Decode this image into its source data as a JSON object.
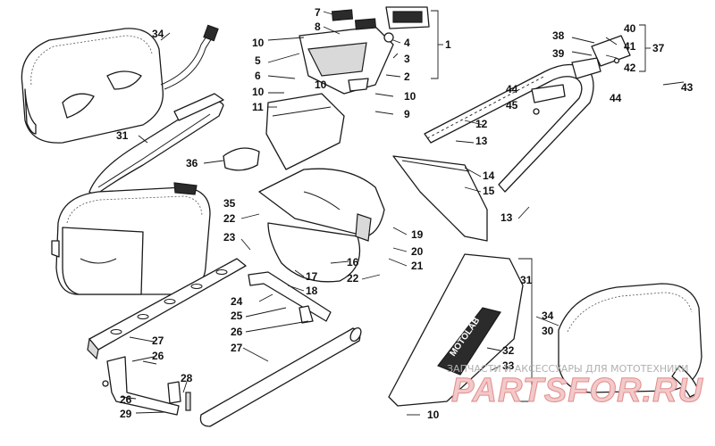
{
  "callouts": [
    "34",
    "7",
    "8",
    "10",
    "5",
    "6",
    "10",
    "11",
    "10",
    "4",
    "3",
    "2",
    "1",
    "10",
    "9",
    "38",
    "39",
    "40",
    "41",
    "42",
    "37",
    "43",
    "44",
    "45",
    "44",
    "12",
    "13",
    "31",
    "36",
    "14",
    "15",
    "35",
    "22",
    "23",
    "19",
    "20",
    "21",
    "16",
    "17",
    "18",
    "22",
    "13",
    "24",
    "25",
    "26",
    "27",
    "27",
    "26",
    "28",
    "26",
    "29",
    "31",
    "34",
    "30",
    "32",
    "33",
    "10"
  ],
  "watermark": {
    "caption": "ЗАПЧАСТИ И АКСЕССУАРЫ ДЛЯ МОТОТЕХНИКИ",
    "logo": "PARTSFOR.RU"
  },
  "decal_text": "MOTOLAB",
  "colors": {
    "line": "#1a1a1a",
    "watermark_logo": "#e28c8c",
    "watermark_caption": "#b0b0b0"
  }
}
